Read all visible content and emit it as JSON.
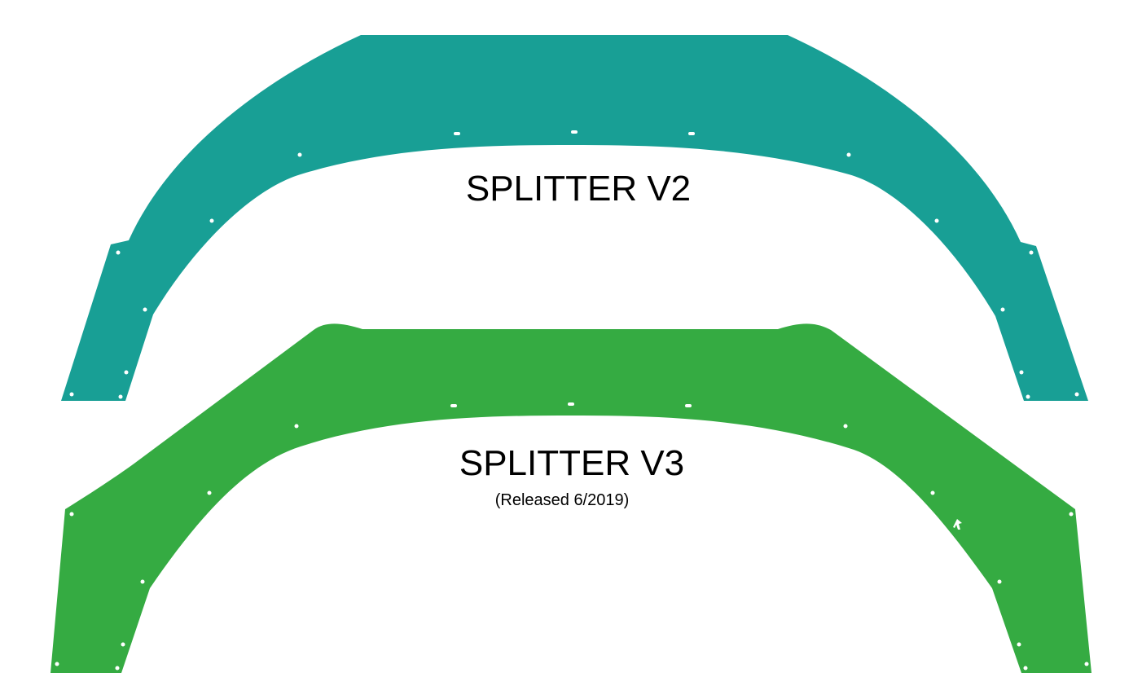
{
  "pieces": [
    {
      "id": "v2",
      "label": "SPLITTER V2",
      "subtitle": null,
      "color": "#189f95"
    },
    {
      "id": "v3",
      "label": "SPLITTER V3",
      "subtitle": "(Released 6/2019)",
      "color": "#35ab42",
      "logo_icon": "arrow-logo-icon"
    }
  ],
  "colors": {
    "background": "#ffffff",
    "hole": "#ffffff",
    "text": "#000000"
  }
}
